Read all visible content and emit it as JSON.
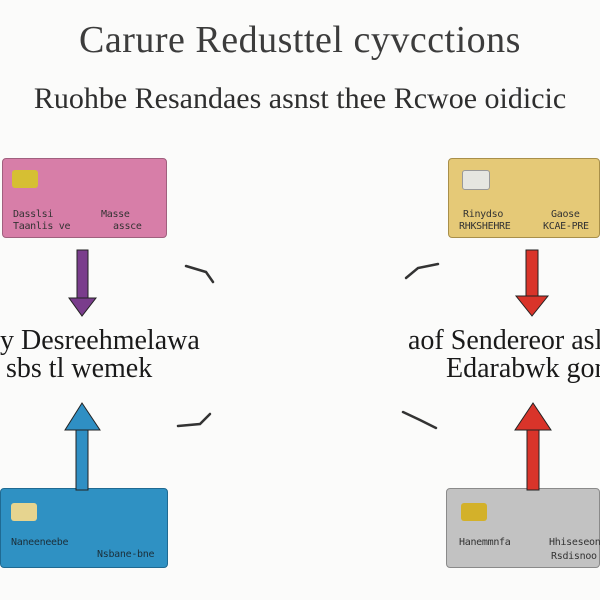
{
  "header": {
    "title": "Carure Redusttel cyvcctions",
    "subtitle": "Ruohbe Resandaes asnst thee Rcwoe oidicic"
  },
  "cards": {
    "top_left": {
      "color": "#d77ea8",
      "chip_color": "#d6bf33",
      "text_a": "Dasslsi",
      "text_b": "Masse",
      "text_c": "Taanlis ve",
      "text_d": "assce"
    },
    "top_right": {
      "color": "#e5c977",
      "chip_color": "#e6e6e0",
      "text_a": "Rinydso",
      "text_b": "Gaose",
      "text_c": "RHKSHEHRE",
      "text_d": "KCAE-PRE"
    },
    "bottom_left": {
      "color": "#2f91c3",
      "chip_color": "#e6d48f",
      "text_a": "Naneeneebe",
      "text_b": "Nsbane-bne"
    },
    "bottom_right": {
      "color": "#c2c2c2",
      "chip_color": "#d3b12a",
      "text_a": "Hanemmnfa",
      "text_b": "Hhiseseonr",
      "text_c": "Rsdisnoo"
    }
  },
  "labels": {
    "left_line1": "y Desreehmelawa",
    "left_line2": "sbs tl wemek",
    "right_line1": "aof Sendereor asli",
    "right_line2": "Edarabwk gonr"
  },
  "arrows": {
    "purple": "#7a3d8c",
    "red": "#d9342a",
    "blue": "#2f8fc4",
    "curve": "#333333"
  }
}
